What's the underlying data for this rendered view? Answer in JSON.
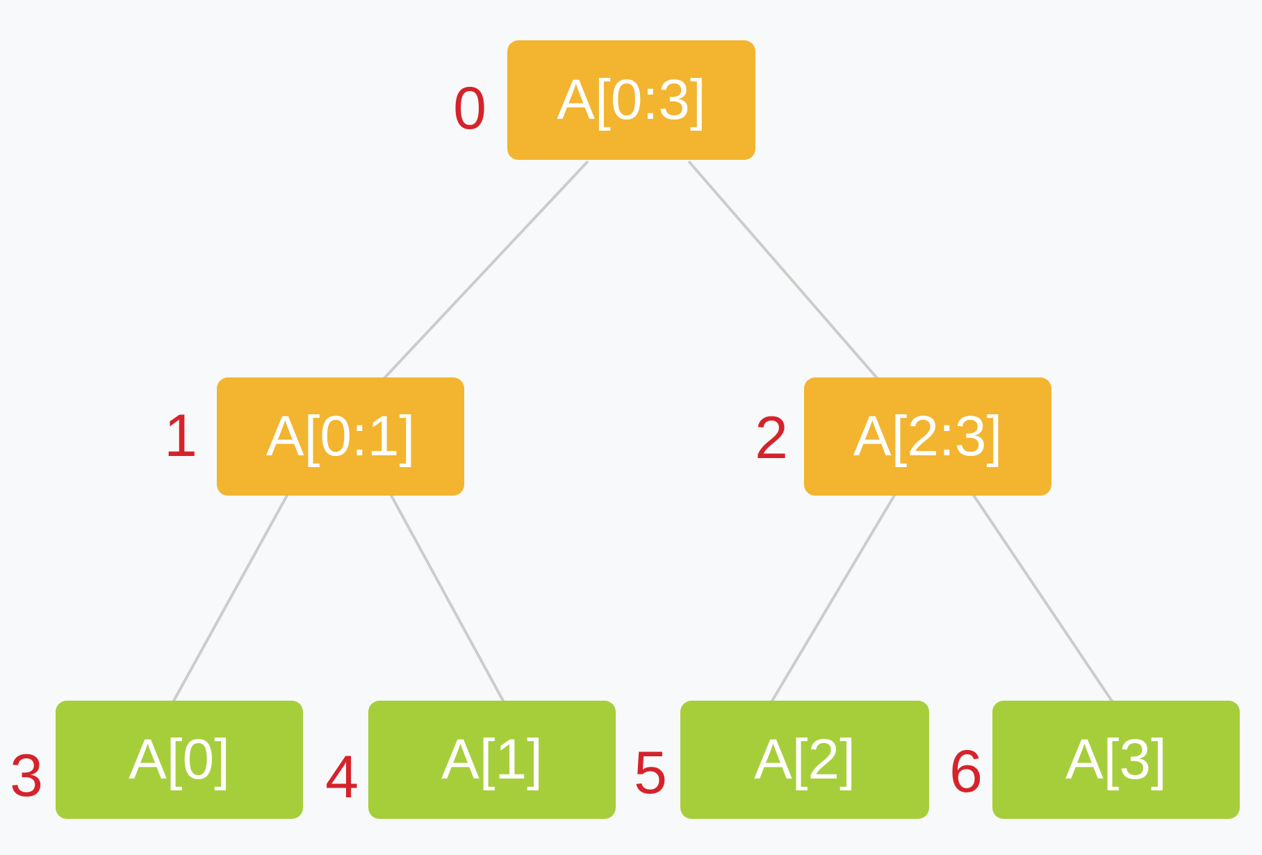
{
  "colors": {
    "background": "#f8f9fa",
    "internal_node": "#f3b42f",
    "leaf_node": "#a6ce3b",
    "index_label": "#d5232b",
    "edge_line": "#cdccca",
    "node_text": "#ffffff"
  },
  "tree": {
    "nodes": [
      {
        "index": "0",
        "label": "A[0:3]",
        "type": "internal"
      },
      {
        "index": "1",
        "label": "A[0:1]",
        "type": "internal"
      },
      {
        "index": "2",
        "label": "A[2:3]",
        "type": "internal"
      },
      {
        "index": "3",
        "label": "A[0]",
        "type": "leaf"
      },
      {
        "index": "4",
        "label": "A[1]",
        "type": "leaf"
      },
      {
        "index": "5",
        "label": "A[2]",
        "type": "leaf"
      },
      {
        "index": "6",
        "label": "A[3]",
        "type": "leaf"
      }
    ],
    "edges": [
      {
        "from": "0",
        "to": "1"
      },
      {
        "from": "0",
        "to": "2"
      },
      {
        "from": "1",
        "to": "3"
      },
      {
        "from": "1",
        "to": "4"
      },
      {
        "from": "2",
        "to": "5"
      },
      {
        "from": "2",
        "to": "6"
      }
    ]
  }
}
